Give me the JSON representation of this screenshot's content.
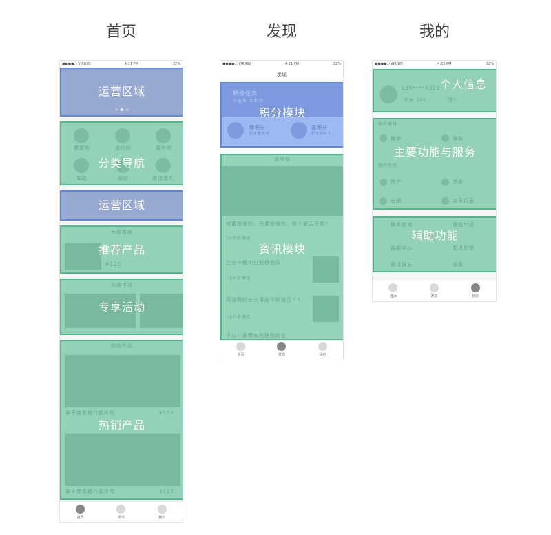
{
  "columns": [
    {
      "title": "首页"
    },
    {
      "title": "发现"
    },
    {
      "title": "我的"
    }
  ],
  "status": {
    "carrier": "●●●●○ VIRGIN",
    "time": "4:21 PM",
    "battery": "22%"
  },
  "home": {
    "sections": [
      "运营区域",
      "分类导航",
      "运营区域",
      "推荐产品",
      "专享活动",
      "热销产品"
    ],
    "nav_items": [
      "健康险",
      "旅行险",
      "意外险",
      "车险",
      "理财",
      "邀请有礼"
    ],
    "recommend_header": "为你推荐",
    "recommend_price": "¥120",
    "activity_header": "品质生活",
    "hot_header": "热销产品",
    "hot_items": [
      {
        "name": "亲子度假旅行意外险",
        "price": "¥120"
      },
      {
        "name": "亲子度假旅行意外险",
        "price": "¥120"
      }
    ]
  },
  "discover": {
    "header": "发现",
    "sections": [
      "积分模块",
      "资讯模块"
    ],
    "points_title": "积分任务",
    "points_sub": "小任务 大积分",
    "earn": "赚积分",
    "earn_sub": "任务赢大奖",
    "spend": "花积分",
    "spend_sub": "积分换好礼",
    "news_header": "保险说",
    "articles": [
      {
        "title": "储蓄型保险、消费型保险，哪个更合适我?",
        "meta": "1小时前",
        "tag": "精选"
      },
      {
        "title": "三分钟教你告别热伤风",
        "meta": "1小时前",
        "tag": "精选"
      },
      {
        "title": "风油精的十大用处你知道几个?",
        "meta": "1小时前",
        "tag": "精选"
      },
      {
        "title": "小心！暴雨车险理赔的五",
        "meta": "",
        "tag": ""
      }
    ]
  },
  "mine": {
    "sections": [
      "个人信息",
      "主要功能与服务",
      "辅助功能"
    ],
    "phone": "135****8322",
    "points_label": "积分",
    "points": "100",
    "sign": "签到",
    "guarantee_header": "我的保障",
    "policy": "保单",
    "claims": "理赔",
    "wealth_header": "我的钱包",
    "assets": "资产",
    "loan": "借款",
    "installment": "分期",
    "records": "交易记录",
    "aux": [
      "保单查询",
      "理赔申请",
      "客服中心",
      "意见反馈",
      "邀请好友",
      "设置"
    ]
  },
  "tabs": [
    "首页",
    "发现",
    "我的"
  ]
}
